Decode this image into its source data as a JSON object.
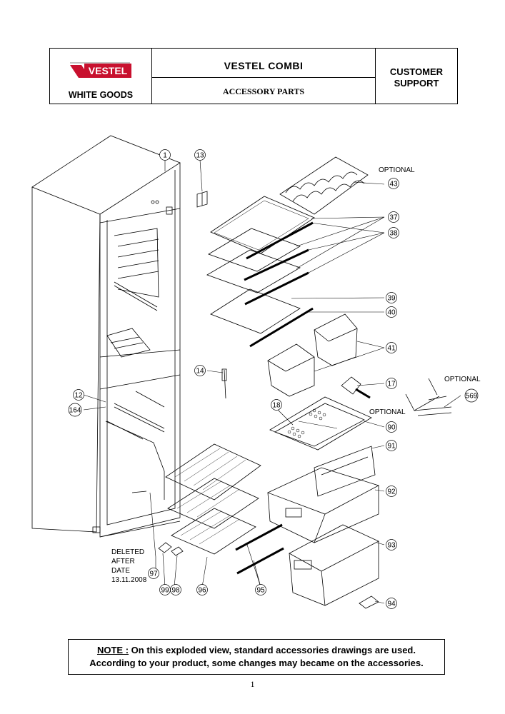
{
  "header": {
    "brand": "VESTEL",
    "division": "WHITE GOODS",
    "model": "VESTEL  COMBI",
    "subtitle": "ACCESSORY PARTS",
    "support_line1": "CUSTOMER",
    "support_line2": "SUPPORT"
  },
  "colors": {
    "brand_red": "#c8102e",
    "line": "#000000"
  },
  "parts": [
    {
      "id": "1"
    },
    {
      "id": "13"
    },
    {
      "id": "43",
      "note": "OPTIONAL"
    },
    {
      "id": "37"
    },
    {
      "id": "38"
    },
    {
      "id": "39"
    },
    {
      "id": "40"
    },
    {
      "id": "41"
    },
    {
      "id": "14"
    },
    {
      "id": "17"
    },
    {
      "id": "569",
      "note": "OPTIONAL"
    },
    {
      "id": "12"
    },
    {
      "id": "164"
    },
    {
      "id": "18"
    },
    {
      "id": "90",
      "note": "OPTIONAL"
    },
    {
      "id": "91"
    },
    {
      "id": "92"
    },
    {
      "id": "93"
    },
    {
      "id": "94"
    },
    {
      "id": "97"
    },
    {
      "id": "99"
    },
    {
      "id": "98"
    },
    {
      "id": "96"
    },
    {
      "id": "95"
    }
  ],
  "deleted_note": [
    "DELETED",
    "AFTER",
    "DATE",
    "13.11.2008"
  ],
  "note": {
    "prefix": "NOTE :",
    "line1": " On this exploded view, standard accessories drawings are used.",
    "line2": "According to your product, some changes may became on the accessories."
  },
  "page_number": "1"
}
